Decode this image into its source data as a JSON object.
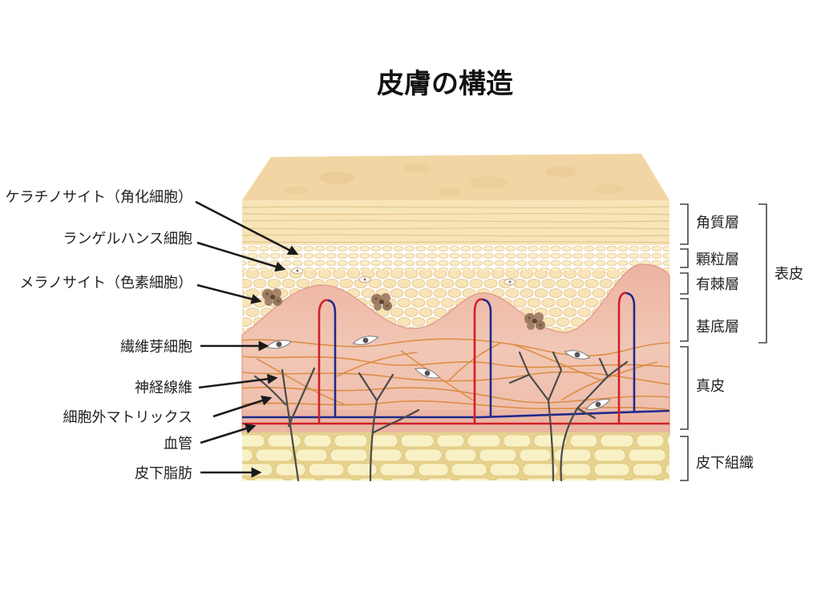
{
  "title": "皮膚の構造",
  "left_labels": [
    "ケラチノサイト（角化細胞）",
    "ランゲルハンス細胞",
    "メラノサイト（色素細胞）",
    "繊維芽細胞",
    "神経線維",
    "細胞外マトリックス",
    "血管",
    "皮下脂肪"
  ],
  "right_labels": {
    "layers": [
      "角質層",
      "顆粒層",
      "有棘層",
      "基底層",
      "真皮",
      "皮下組織"
    ],
    "group": "表皮"
  },
  "colors": {
    "artery": "#cf2027",
    "vein": "#1e2a8f",
    "nerve": "#4a4a4a",
    "fiber": "#d9873a"
  }
}
